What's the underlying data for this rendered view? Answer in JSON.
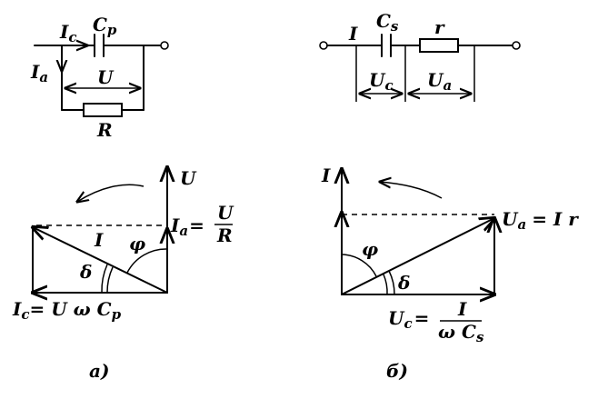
{
  "circuit_a": {
    "Ic": "I",
    "Ic_sub": "c",
    "Cp": "C",
    "Cp_sub": "p",
    "Ia": "I",
    "Ia_sub": "a",
    "U": "U",
    "R": "R"
  },
  "circuit_b": {
    "I": "I",
    "Cs": "C",
    "Cs_sub": "s",
    "r": "r",
    "Uc": "U",
    "Uc_sub": "c",
    "Ua": "U",
    "Ua_sub": "a"
  },
  "phasor_a": {
    "U": "U",
    "Ia_lhs": "I",
    "Ia_sub": "a",
    "Ia_eq": "=",
    "Ia_num": "U",
    "Ia_den": "R",
    "I": "I",
    "phi": "φ",
    "delta": "δ",
    "Ic_eq": "I",
    "Ic_eq_sub": "c",
    "Ic_eq_rhs": "= U ω C",
    "Ic_eq_rhs_sub": "p"
  },
  "phasor_b": {
    "I": "I",
    "Ua_lhs": "U",
    "Ua_sub": "a",
    "Ua_rhs": "= I r",
    "phi": "φ",
    "delta": "δ",
    "Uc_lhs": "U",
    "Uc_sub": "c",
    "Uc_eq": "=",
    "Uc_num": "I",
    "Uc_den": "ω C",
    "Uc_den_sub": "s"
  },
  "captions": {
    "a": "а)",
    "b": "б)"
  }
}
